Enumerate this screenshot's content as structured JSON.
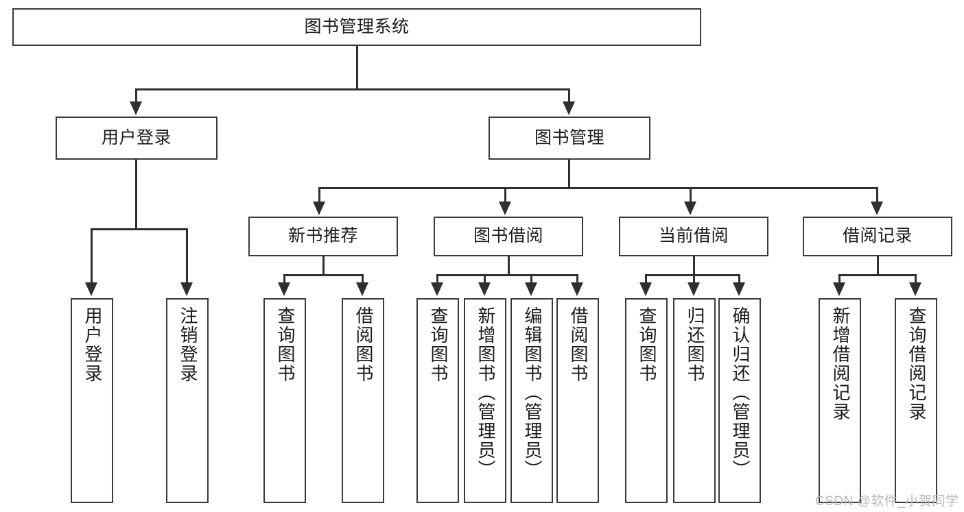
{
  "diagram": {
    "title": "图书管理系统",
    "type": "tree-hierarchy-chart",
    "root": {
      "label": "图书管理系统"
    },
    "level2": [
      {
        "label": "用户登录"
      },
      {
        "label": "图书管理"
      }
    ],
    "level3": [
      {
        "label": "新书推荐"
      },
      {
        "label": "图书借阅"
      },
      {
        "label": "当前借阅"
      },
      {
        "label": "借阅记录"
      }
    ],
    "leaves": {
      "user_login": [
        {
          "label": "用户登录"
        },
        {
          "label": "注销登录"
        }
      ],
      "new_book_recommend": [
        {
          "label": "查询图书"
        },
        {
          "label": "借阅图书"
        }
      ],
      "book_borrow": [
        {
          "label": "查询图书"
        },
        {
          "label": "新增图书（管理员）"
        },
        {
          "label": "编辑图书（管理员）"
        },
        {
          "label": "借阅图书"
        }
      ],
      "current_borrow": [
        {
          "label": "查询图书"
        },
        {
          "label": "归还图书"
        },
        {
          "label": "确认归还（管理员）"
        }
      ],
      "borrow_record": [
        {
          "label": "新增借阅记录"
        },
        {
          "label": "查询借阅记录"
        }
      ]
    }
  },
  "watermark": {
    "text": "CSDN @软件_小贺同学"
  },
  "colors": {
    "border": "#3a3a3a",
    "connector": "#2f2f2f",
    "background": "#ffffff",
    "text": "#1b1b1b",
    "watermark": "#b9b9b9"
  }
}
